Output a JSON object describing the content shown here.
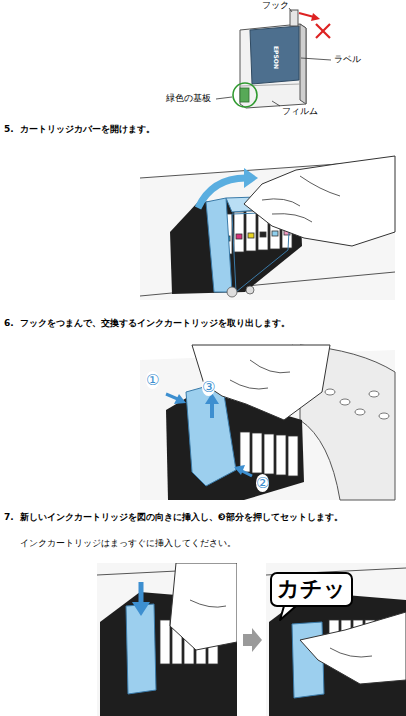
{
  "diagram": {
    "nodes": [
      {
        "text": [
          "カチッ"
        ]
      }
    ],
    "labels": [
      "フック",
      "ラベル",
      "緑色の基板",
      "フィルム",
      "EPSON",
      "5.",
      "カートリッジカバーを開けます。",
      "6.",
      "フックをつまんで、交換するインクカートリッジを取り出します。",
      "①",
      "③",
      "②",
      "7.",
      "新しいインクカートリッジを図の向きに挿入し、❸部分を押してセットします。",
      "インクカートリッジはまっすぐに挿入してください。"
    ]
  }
}
